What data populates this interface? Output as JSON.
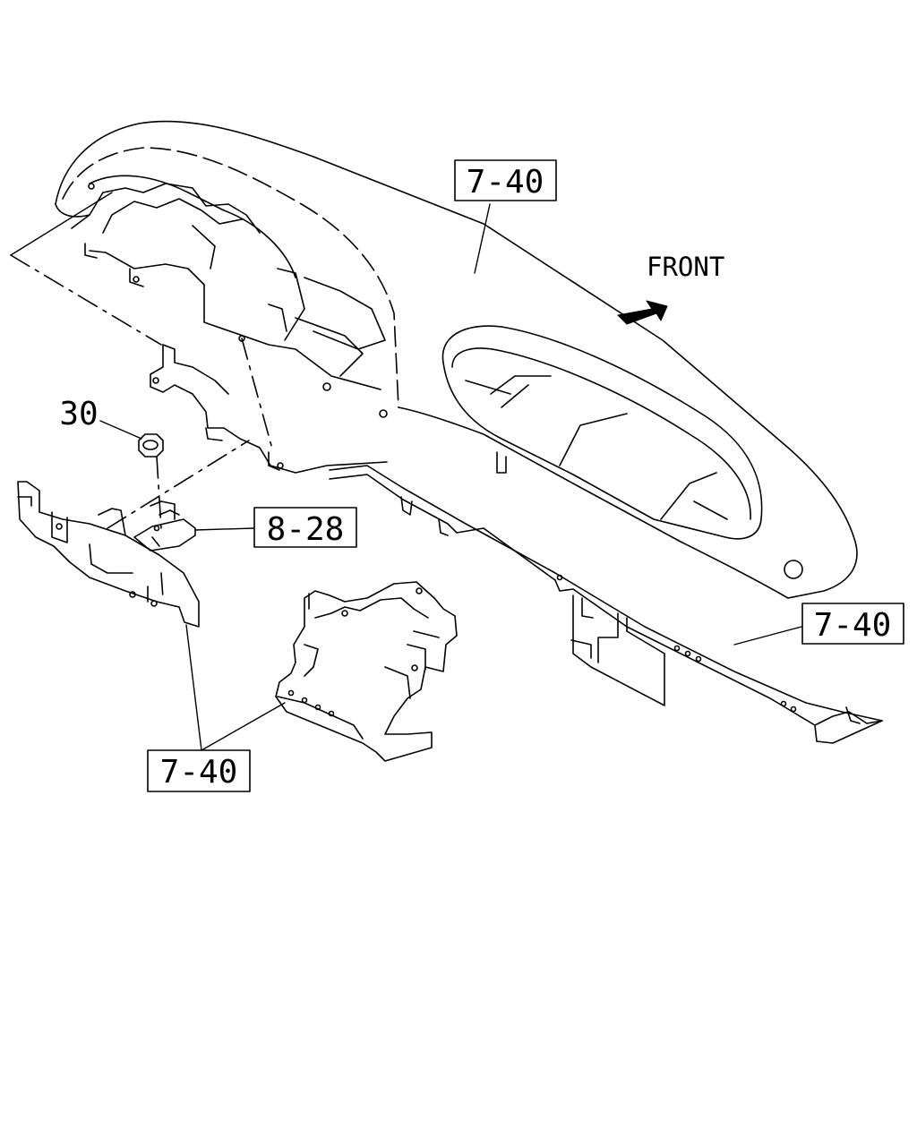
{
  "direction_label": "FRONT",
  "callouts": {
    "dash_panel_ref": "7-40",
    "nut_ref": "30",
    "module_ref": "8-28",
    "crossbar_ref": "7-40",
    "bracket_ref": "7-40"
  },
  "colors": {
    "line": "#000000",
    "background": "#ffffff"
  }
}
